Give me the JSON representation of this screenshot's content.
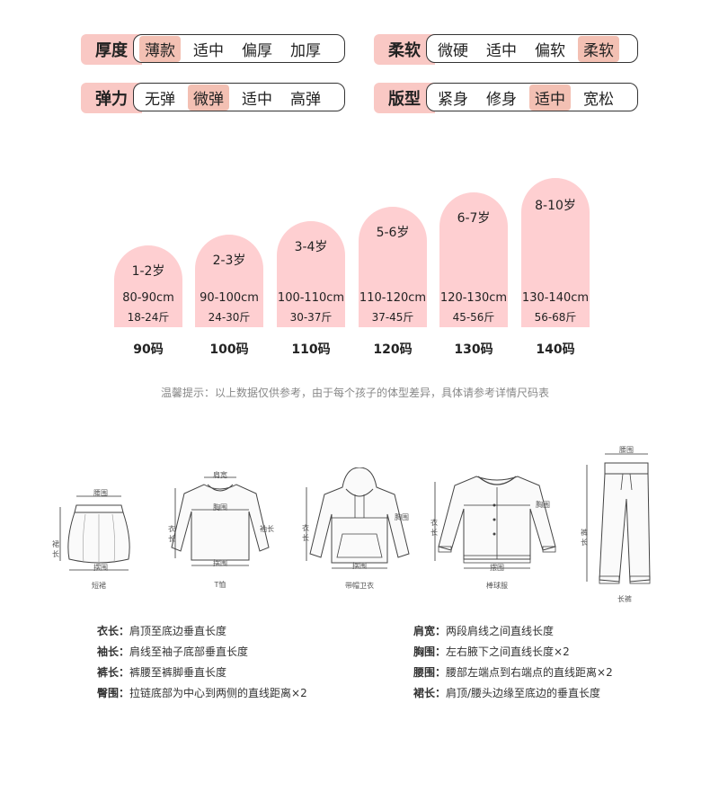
{
  "attributes": [
    {
      "label": "厚度",
      "options": [
        "薄款",
        "适中",
        "偏厚",
        "加厚"
      ],
      "selected": 0
    },
    {
      "label": "柔软",
      "options": [
        "微硬",
        "适中",
        "偏软",
        "柔软"
      ],
      "selected": 3
    },
    {
      "label": "弹力",
      "options": [
        "无弹",
        "微弹",
        "适中",
        "高弹"
      ],
      "selected": 1
    },
    {
      "label": "版型",
      "options": [
        "紧身",
        "修身",
        "适中",
        "宽松"
      ],
      "selected": 2
    }
  ],
  "sizes": [
    {
      "age": "1-2岁",
      "height": "80-90cm",
      "weight": "18-24斤",
      "code": "90码"
    },
    {
      "age": "2-3岁",
      "height": "90-100cm",
      "weight": "24-30斤",
      "code": "100码"
    },
    {
      "age": "3-4岁",
      "height": "100-110cm",
      "weight": "30-37斤",
      "code": "110码"
    },
    {
      "age": "5-6岁",
      "height": "110-120cm",
      "weight": "37-45斤",
      "code": "120码"
    },
    {
      "age": "6-7岁",
      "height": "120-130cm",
      "weight": "45-56斤",
      "code": "130码"
    },
    {
      "age": "8-10岁",
      "height": "130-140cm",
      "weight": "56-68斤",
      "code": "140码"
    }
  ],
  "note": "温馨提示：以上数据仅供参考，由于每个孩子的体型差异，具体请参考详情尺码表",
  "garments": [
    {
      "name": "短裙",
      "labels": {
        "top": "腰围",
        "side": "裙长",
        "bottom": "摆围"
      }
    },
    {
      "name": "T恤",
      "labels": {
        "top": "肩宽",
        "chest": "胸围",
        "side": "衣长",
        "sleeve": "袖长",
        "bottom": "摆围"
      }
    },
    {
      "name": "带帽卫衣",
      "labels": {
        "side": "衣长",
        "chest": "胸围",
        "bottom": "摆围"
      }
    },
    {
      "name": "棒球服",
      "labels": {
        "chest": "胸围",
        "side": "衣长",
        "bottom": "摆围"
      }
    },
    {
      "name": "长裤",
      "labels": {
        "top": "腰围",
        "side": "裤长"
      }
    }
  ],
  "legend_left": [
    {
      "term": "衣长：",
      "desc": "肩顶至底边垂直长度"
    },
    {
      "term": "袖长：",
      "desc": "肩线至袖子底部垂直长度"
    },
    {
      "term": "裤长：",
      "desc": "裤腰至裤脚垂直长度"
    },
    {
      "term": "臀围：",
      "desc": "拉链底部为中心到两侧的直线距离×2"
    }
  ],
  "legend_right": [
    {
      "term": "肩宽：",
      "desc": "两段肩线之间直线长度"
    },
    {
      "term": "胸围：",
      "desc": "左右腋下之间直线长度×2"
    },
    {
      "term": "腰围：",
      "desc": "腰部左端点到右端点的直线距离×2"
    },
    {
      "term": "裙长：",
      "desc": "肩顶/腰头边缘至底边的垂直长度"
    }
  ],
  "colors": {
    "tag": "#f9c8c4",
    "selected": "#f3c0b3",
    "card": "#fecfd1"
  }
}
